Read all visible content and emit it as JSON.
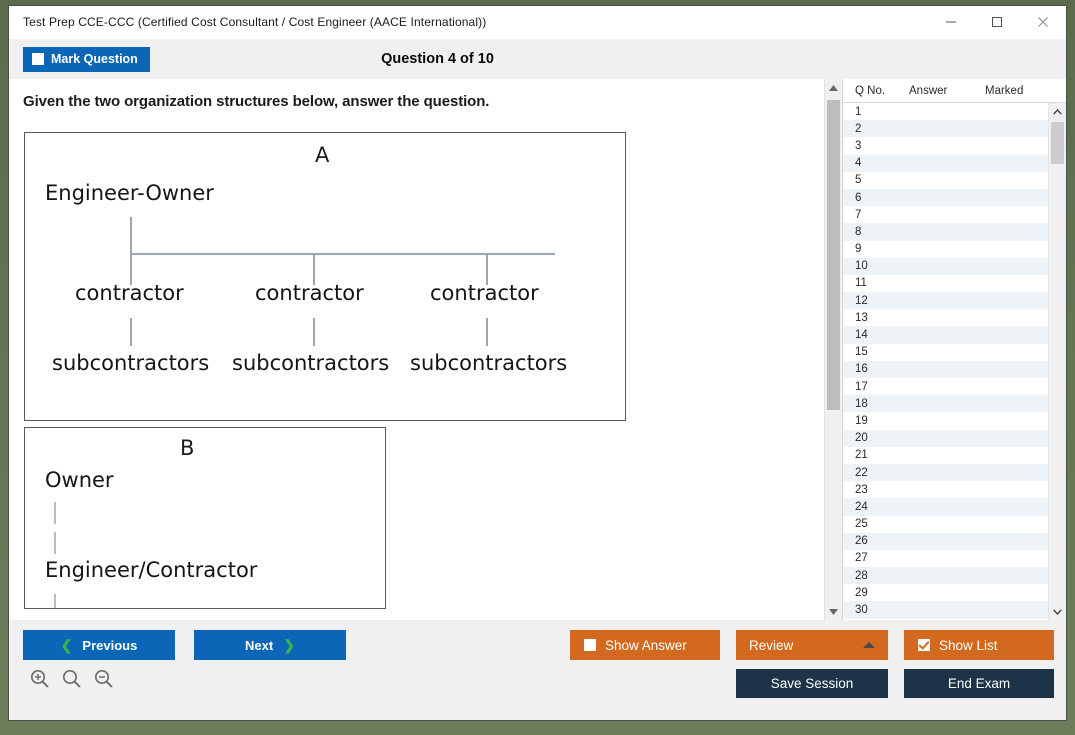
{
  "window": {
    "title": "Test Prep CCE-CCC (Certified Cost Consultant / Cost Engineer (AACE International))",
    "controls": [
      {
        "name": "minimize",
        "glyph": "minimize-icon"
      },
      {
        "name": "maximize",
        "glyph": "maximize-icon"
      },
      {
        "name": "close",
        "glyph": "close-icon"
      }
    ]
  },
  "toolbar": {
    "mark_question_label": "Mark Question",
    "mark_question_checked": false,
    "question_counter": "Question 4 of 10"
  },
  "content": {
    "question_prompt": "Given the two organization structures below, answer the question.",
    "diagrams": [
      {
        "letter": "A",
        "root": "Engineer-Owner",
        "children": [
          "contractor",
          "contractor",
          "contractor"
        ],
        "grandchildren": [
          "subcontractors",
          "subcontractors",
          "subcontractors"
        ]
      },
      {
        "letter": "B",
        "root": "Owner",
        "children": [
          "Engineer/Contractor"
        ]
      }
    ]
  },
  "question_list": {
    "columns": [
      "Q No.",
      "Answer",
      "Marked"
    ],
    "rows": [
      {
        "qno": "1",
        "answer": "",
        "marked": ""
      },
      {
        "qno": "2",
        "answer": "",
        "marked": ""
      },
      {
        "qno": "3",
        "answer": "",
        "marked": ""
      },
      {
        "qno": "4",
        "answer": "",
        "marked": ""
      },
      {
        "qno": "5",
        "answer": "",
        "marked": ""
      },
      {
        "qno": "6",
        "answer": "",
        "marked": ""
      },
      {
        "qno": "7",
        "answer": "",
        "marked": ""
      },
      {
        "qno": "8",
        "answer": "",
        "marked": ""
      },
      {
        "qno": "9",
        "answer": "",
        "marked": ""
      },
      {
        "qno": "10",
        "answer": "",
        "marked": ""
      },
      {
        "qno": "11",
        "answer": "",
        "marked": ""
      },
      {
        "qno": "12",
        "answer": "",
        "marked": ""
      },
      {
        "qno": "13",
        "answer": "",
        "marked": ""
      },
      {
        "qno": "14",
        "answer": "",
        "marked": ""
      },
      {
        "qno": "15",
        "answer": "",
        "marked": ""
      },
      {
        "qno": "16",
        "answer": "",
        "marked": ""
      },
      {
        "qno": "17",
        "answer": "",
        "marked": ""
      },
      {
        "qno": "18",
        "answer": "",
        "marked": ""
      },
      {
        "qno": "19",
        "answer": "",
        "marked": ""
      },
      {
        "qno": "20",
        "answer": "",
        "marked": ""
      },
      {
        "qno": "21",
        "answer": "",
        "marked": ""
      },
      {
        "qno": "22",
        "answer": "",
        "marked": ""
      },
      {
        "qno": "23",
        "answer": "",
        "marked": ""
      },
      {
        "qno": "24",
        "answer": "",
        "marked": ""
      },
      {
        "qno": "25",
        "answer": "",
        "marked": ""
      },
      {
        "qno": "26",
        "answer": "",
        "marked": ""
      },
      {
        "qno": "27",
        "answer": "",
        "marked": ""
      },
      {
        "qno": "28",
        "answer": "",
        "marked": ""
      },
      {
        "qno": "29",
        "answer": "",
        "marked": ""
      },
      {
        "qno": "30",
        "answer": "",
        "marked": ""
      }
    ]
  },
  "footer": {
    "previous_label": "Previous",
    "next_label": "Next",
    "show_answer_label": "Show Answer",
    "show_answer_checked": false,
    "review_label": "Review",
    "show_list_label": "Show List",
    "show_list_checked": true,
    "save_session_label": "Save Session",
    "end_exam_label": "End Exam",
    "zoom_tools": [
      "zoom-in-icon",
      "zoom-reset-icon",
      "zoom-out-icon"
    ]
  },
  "colors": {
    "accent_blue": "#0b66b8",
    "accent_orange": "#d2691e",
    "accent_navy": "#1c3348",
    "chevron_green": "#39b54a",
    "diagram_line": "#9aa6b4"
  }
}
